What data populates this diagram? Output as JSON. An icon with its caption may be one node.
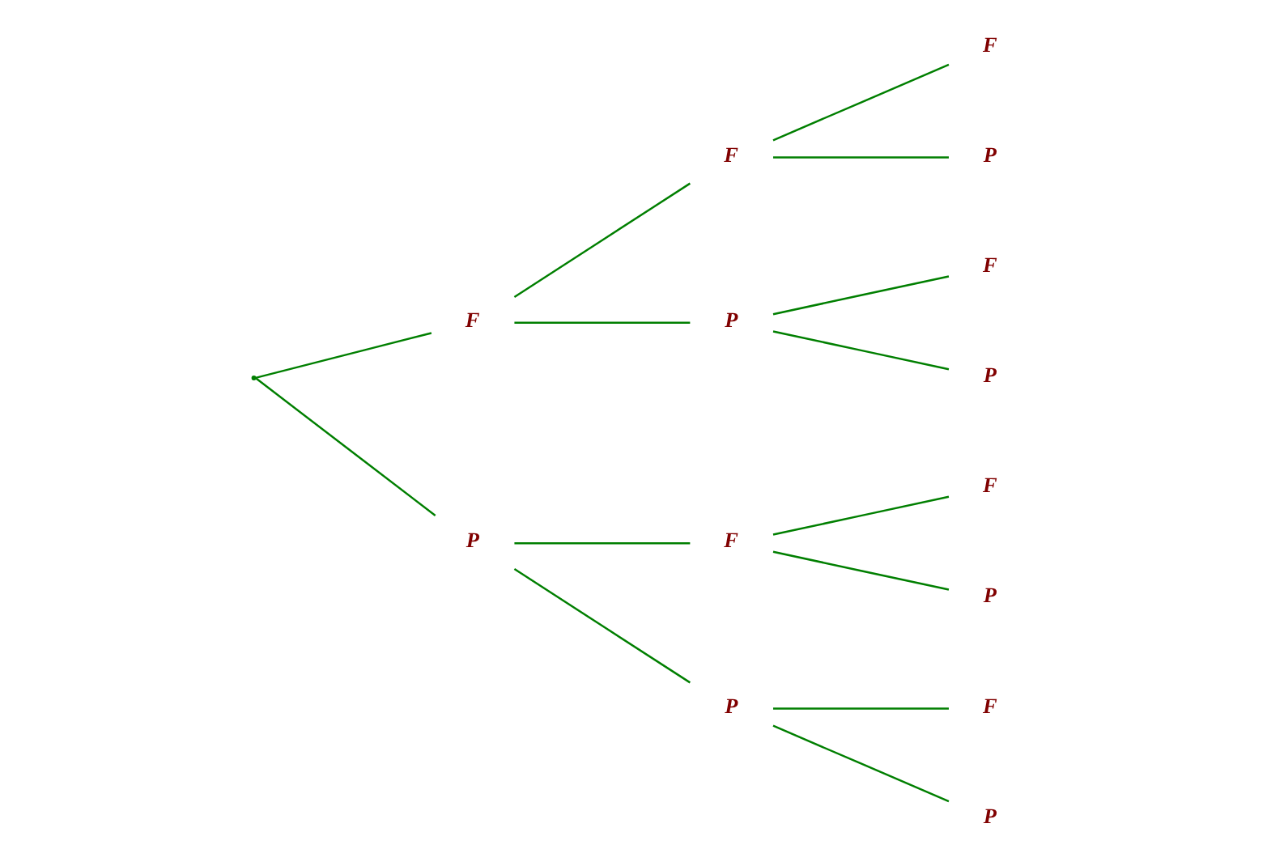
{
  "diagram": {
    "nodes": [
      {
        "text": [],
        "shape": "point"
      },
      {
        "text": [
          "F"
        ]
      },
      {
        "text": [
          "F"
        ]
      },
      {
        "text": [
          "F"
        ]
      },
      {
        "text": [
          "P"
        ]
      },
      {
        "text": [
          "P"
        ]
      },
      {
        "text": [
          "F"
        ]
      },
      {
        "text": [
          "P"
        ]
      },
      {
        "text": [
          "P"
        ]
      },
      {
        "text": [
          "F"
        ]
      },
      {
        "text": [
          "F"
        ]
      },
      {
        "text": [
          "P"
        ]
      },
      {
        "text": [
          "P"
        ]
      },
      {
        "text": [
          "F"
        ]
      },
      {
        "text": [
          "P"
        ]
      }
    ],
    "edges": [
      {
        "from": 0,
        "to": 1,
        "arrow": "none"
      },
      {
        "from": 1,
        "to": 2,
        "arrow": "none"
      },
      {
        "from": 2,
        "to": 3,
        "arrow": "none"
      },
      {
        "from": 2,
        "to": 4,
        "arrow": "none"
      },
      {
        "from": 1,
        "to": 5,
        "arrow": "none"
      },
      {
        "from": 5,
        "to": 6,
        "arrow": "none"
      },
      {
        "from": 5,
        "to": 7,
        "arrow": "none"
      },
      {
        "from": 0,
        "to": 8,
        "arrow": "none"
      },
      {
        "from": 8,
        "to": 9,
        "arrow": "none"
      },
      {
        "from": 9,
        "to": 10,
        "arrow": "none"
      },
      {
        "from": 9,
        "to": 11,
        "arrow": "none"
      },
      {
        "from": 8,
        "to": 12,
        "arrow": "none"
      },
      {
        "from": 12,
        "to": 13,
        "arrow": "none"
      },
      {
        "from": 12,
        "to": 14,
        "arrow": "none"
      }
    ]
  }
}
